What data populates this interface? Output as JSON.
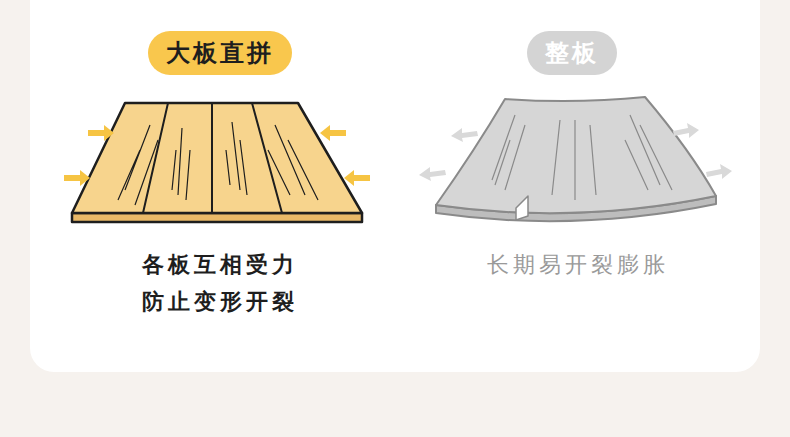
{
  "diagram": {
    "nodes": [
      {
        "text": [
          "大板直拼"
        ]
      },
      {
        "text": [
          "整板"
        ]
      }
    ],
    "labels": [
      "各板互相受力 防止变形开裂",
      "长期易开裂膨胀"
    ]
  }
}
